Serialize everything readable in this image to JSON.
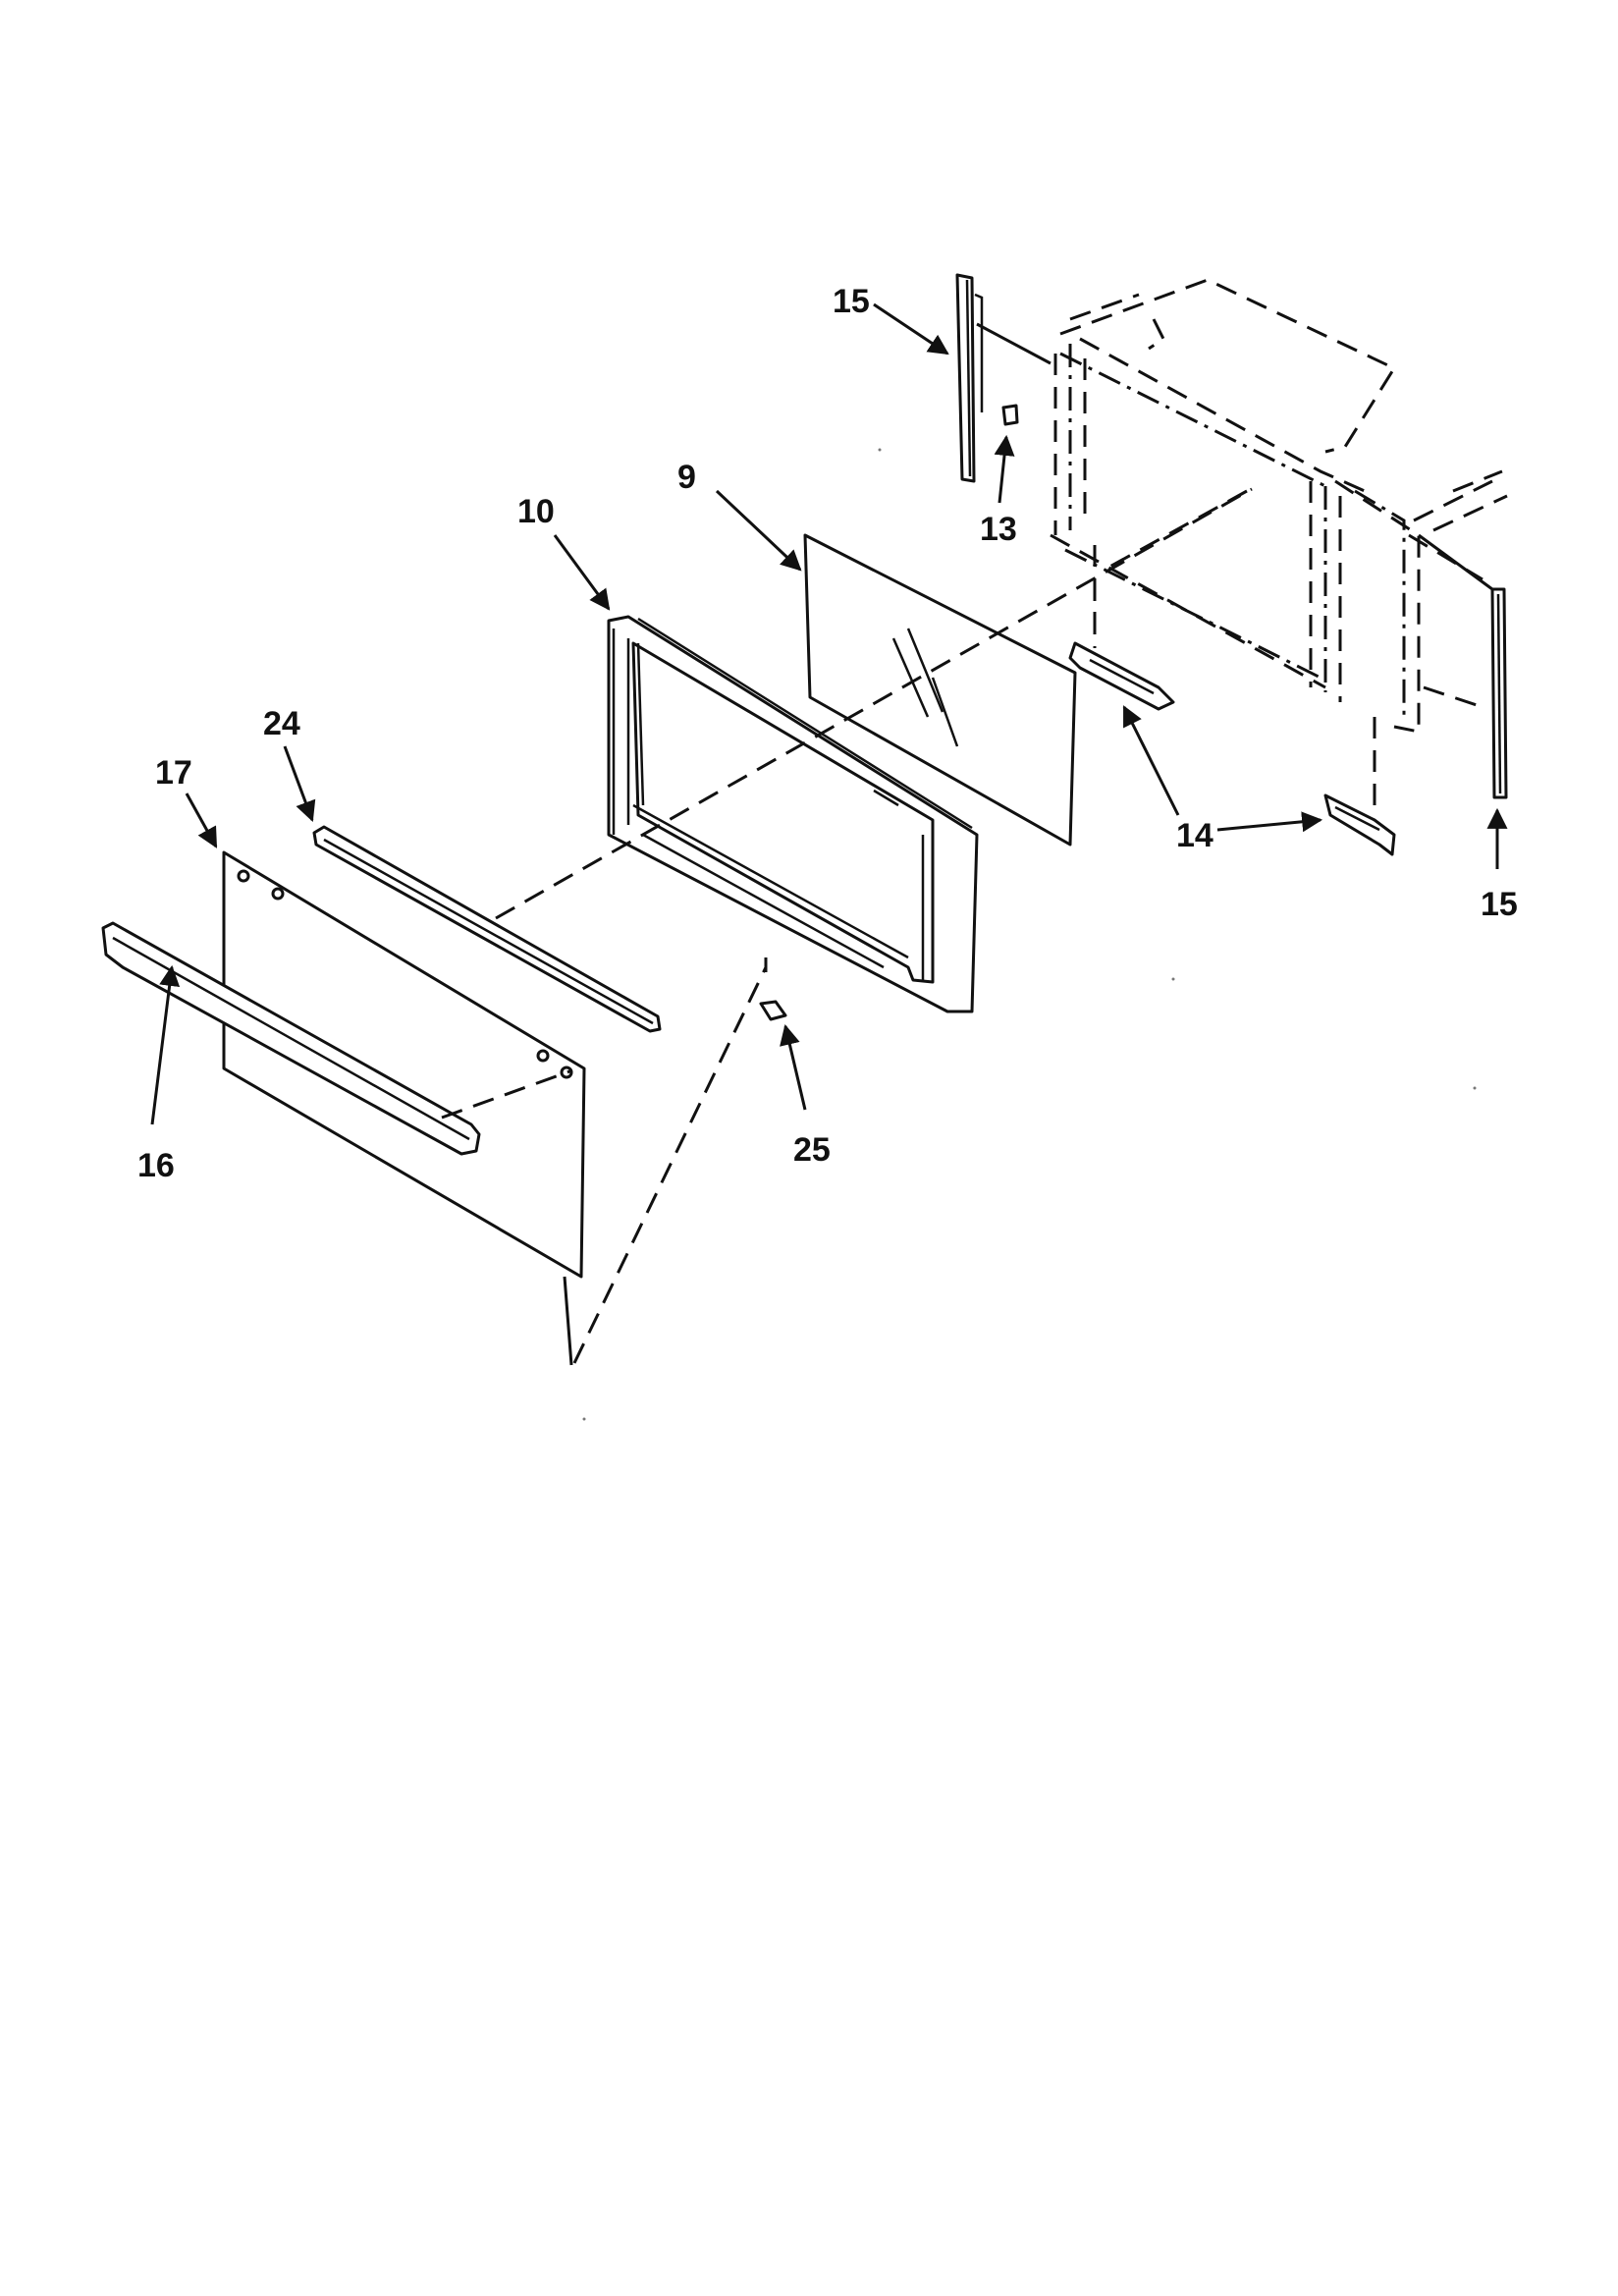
{
  "callouts": {
    "c9": "9",
    "c10": "10",
    "c13": "13",
    "c14": "14",
    "c15_top": "15",
    "c15_right": "15",
    "c16": "16",
    "c17": "17",
    "c24": "24",
    "c25": "25"
  }
}
